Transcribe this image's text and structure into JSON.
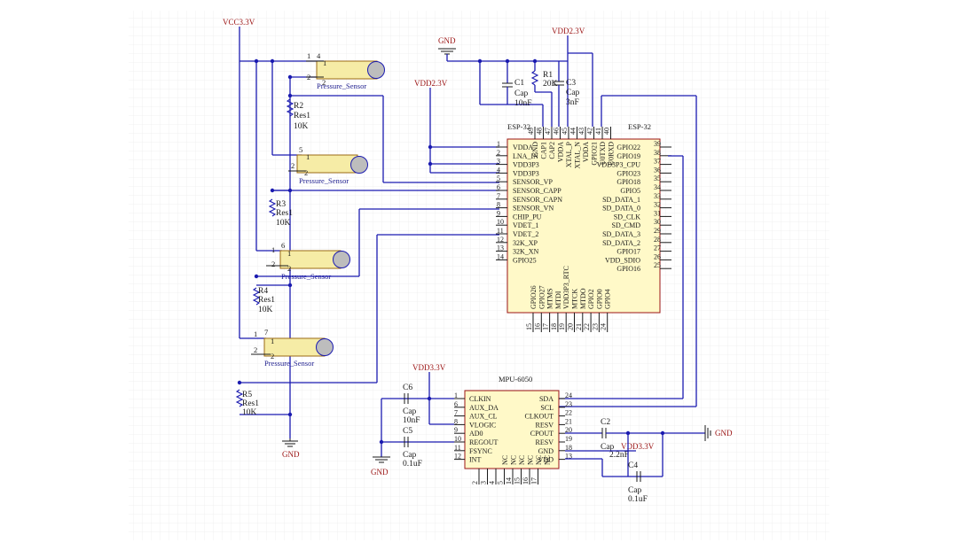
{
  "power": {
    "vcc": "VCC3.3V",
    "vdd_top": "VDD2.3V",
    "vdd_mid": "VDD2.3V",
    "vdd_mpu": "VDD3.3V",
    "vdd_right": "VDD3.3V",
    "gnd_top": "GND",
    "gnd_left": "GND",
    "gnd_mid": "GND",
    "gnd_right": "GND"
  },
  "sensors": [
    {
      "label": "Pressure_Sensor",
      "pin_a": "1",
      "pin_b": "2",
      "num": "4",
      "ref": "R2",
      "val": "Res1",
      "ohm": "10K"
    },
    {
      "label": "Pressure_Sensor",
      "pin_a": "1",
      "pin_b": "2",
      "num": "5",
      "ref": "R3",
      "val": "Res1",
      "ohm": "10K"
    },
    {
      "label": "Pressure_Sensor",
      "pin_a": "1",
      "pin_b": "2",
      "num": "6",
      "ref": "R4",
      "val": "Res1",
      "ohm": "10K"
    },
    {
      "label": "Pressure_Sensor",
      "pin_a": "1",
      "pin_b": "2",
      "num": "7",
      "ref": "R5",
      "val": "Res1",
      "ohm": "10K"
    }
  ],
  "caps_top": [
    {
      "ref": "C1",
      "type": "Cap",
      "val": "10nF"
    },
    {
      "ref": "R1",
      "type": "",
      "val": "20K"
    },
    {
      "ref": "C3",
      "type": "Cap",
      "val": "3nF"
    }
  ],
  "esp": {
    "title": "ESP-32",
    "title2": "ESP-32",
    "left_pins": [
      "VDDA",
      "LNA_IN",
      "VDD3P3",
      "VDD3P3",
      "SENSOR_VP",
      "SENSOR_CAPP",
      "SENSOR_CAPN",
      "SENSOR_VN",
      "CHIP_PU",
      "VDET_1",
      "VDET_2",
      "32K_XP",
      "32K_XN",
      "GPIO25"
    ],
    "left_nums": [
      "1",
      "2",
      "3",
      "4",
      "5",
      "6",
      "7",
      "8",
      "9",
      "10",
      "11",
      "12",
      "13",
      "14"
    ],
    "right_pins": [
      "GPIO22",
      "GPIO19",
      "VDD3P3_CPU",
      "GPIO23",
      "GPIO18",
      "GPIO5",
      "SD_DATA_1",
      "SD_DATA_0",
      "SD_CLK",
      "SD_CMD",
      "SD_DATA_3",
      "SD_DATA_2",
      "GPIO17",
      "VDD_SDIO",
      "GPIO16"
    ],
    "right_nums": [
      "39",
      "38",
      "37",
      "36",
      "35",
      "34",
      "33",
      "32",
      "31",
      "30",
      "29",
      "28",
      "27",
      "26",
      "25"
    ],
    "top_pins": [
      "GND",
      "CAP1",
      "CAP2",
      "VDDA",
      "XTAL_P",
      "XTAL_N",
      "VDDA",
      "GPIO21",
      "U0TXD",
      "U0RXD"
    ],
    "top_nums": [
      "49",
      "48",
      "47",
      "46",
      "45",
      "44",
      "43",
      "42",
      "41",
      "40"
    ],
    "bottom_pins": [
      "GPIO26",
      "GPIO27",
      "MTMS",
      "MTDI",
      "VDD3P3_RTC",
      "MTCK",
      "MTDO",
      "GPIO2",
      "GPIO0",
      "GPIO4"
    ],
    "bottom_nums": [
      "15",
      "16",
      "17",
      "18",
      "19",
      "20",
      "21",
      "22",
      "23",
      "24"
    ]
  },
  "mpu": {
    "title": "MPU-6050",
    "left_pins": [
      "CLKIN",
      "AUX_DA",
      "AUX_CL",
      "VLOGIC",
      "AD0",
      "REGOUT",
      "FSYNC",
      "INT"
    ],
    "left_nums": [
      "1",
      "6",
      "7",
      "8",
      "9",
      "10",
      "11",
      "12"
    ],
    "right_pins": [
      "SDA",
      "SCL",
      "CLKOUT",
      "RESV",
      "CPOUT",
      "RESV",
      "GND",
      "VDD"
    ],
    "right_nums": [
      "24",
      "23",
      "22",
      "21",
      "20",
      "19",
      "18",
      "13"
    ],
    "bottom_pins": [
      "NC",
      "NC",
      "NC",
      "NC",
      "NC",
      "NC"
    ],
    "bottom_nums": [
      "2",
      "3",
      "4",
      "5",
      "14",
      "15",
      "16",
      "17"
    ]
  },
  "caps_bottom": [
    {
      "ref": "C6",
      "type": "Cap",
      "val": "10nF"
    },
    {
      "ref": "C5",
      "type": "Cap",
      "val": "0.1uF"
    },
    {
      "ref": "C2",
      "type": "Cap",
      "val": "2.2nF"
    },
    {
      "ref": "C4",
      "type": "Cap",
      "val": "0.1uF"
    }
  ]
}
